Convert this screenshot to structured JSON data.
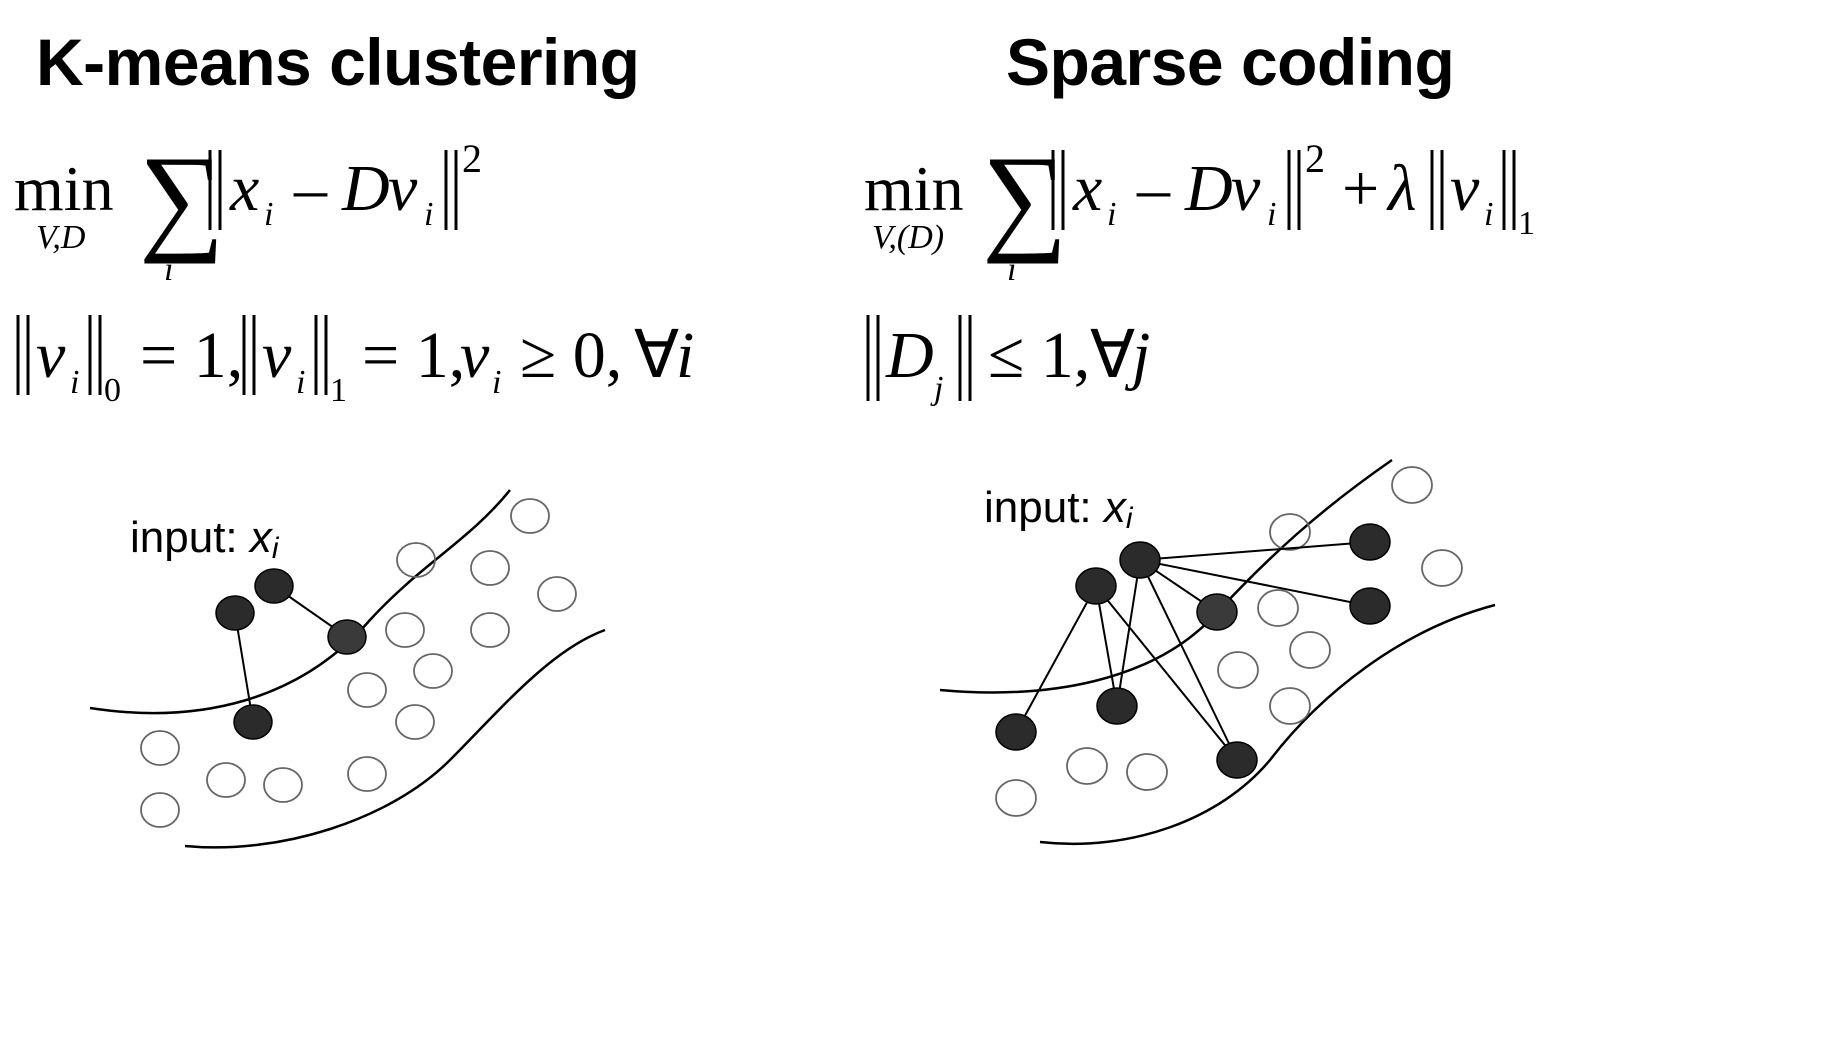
{
  "kmeans": {
    "title": "K-means clustering",
    "objective": {
      "op": "min",
      "op_sub": "V,D",
      "sum_sub": "i",
      "x": "x",
      "x_sub": "i",
      "minus": "–",
      "D": "D",
      "v": "v",
      "v_sub": "i",
      "sq": "2"
    },
    "constraint": {
      "v": "v",
      "v_sub": "i",
      "norm0_sub": "0",
      "eq1": "= 1,",
      "norm1_sub": "1",
      "eq2": "= 1,",
      "geq": "≥ 0,",
      "forall": "∀",
      "idx": "i"
    },
    "figure_label": "input: ",
    "figure_label_var": "x",
    "figure_label_sub": "i"
  },
  "sparse": {
    "title": "Sparse coding",
    "objective": {
      "op": "min",
      "op_sub": "V,(D)",
      "sum_sub": "i",
      "x": "x",
      "x_sub": "i",
      "minus": "–",
      "D": "D",
      "v": "v",
      "v_sub": "i",
      "sq": "2",
      "plus": "+",
      "lambda": "λ",
      "norm1_sub": "1"
    },
    "constraint": {
      "D": "D",
      "D_sub": "j",
      "leq": "≤ 1,",
      "forall": "∀",
      "idx": "j"
    },
    "figure_label": "input: ",
    "figure_label_var": "x",
    "figure_label_sub": "i"
  },
  "colors": {
    "ink": "#000000",
    "atom_fill": "#2b2b2b",
    "point_stroke": "#555555",
    "background": "#ffffff"
  }
}
